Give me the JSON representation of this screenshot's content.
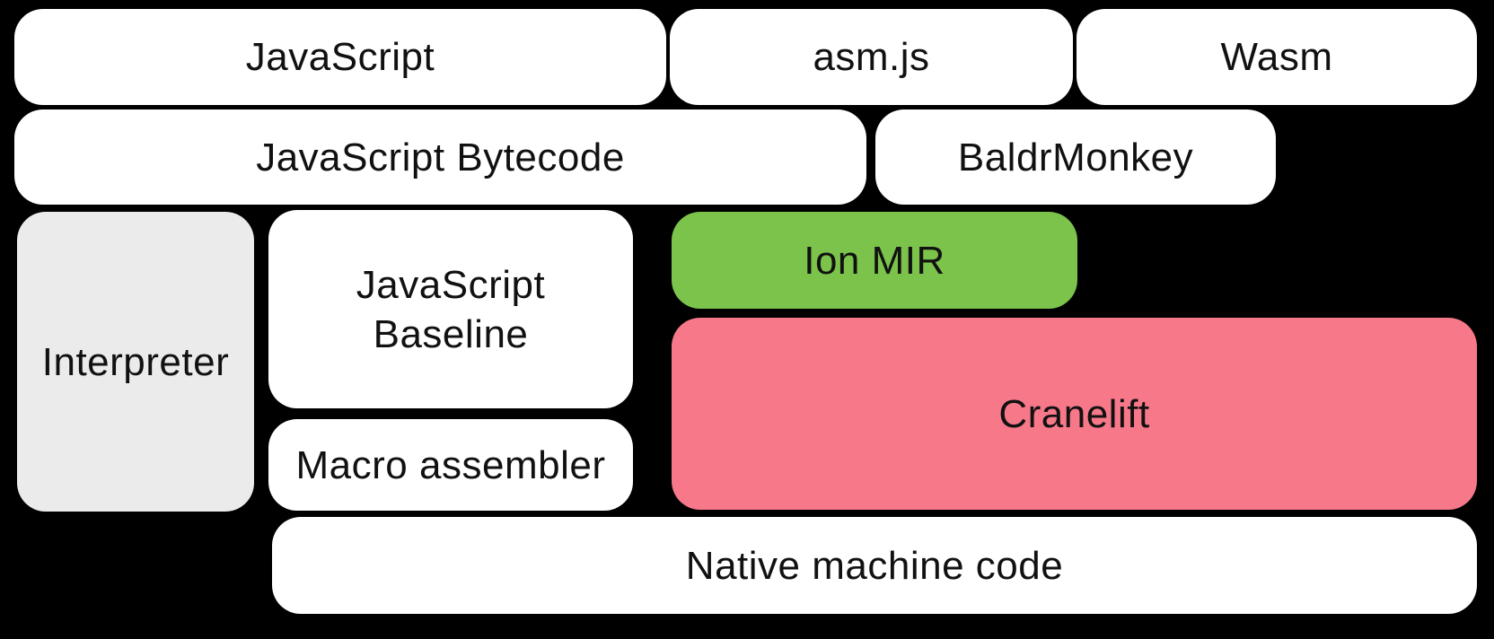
{
  "colors": {
    "background": "#000000",
    "text": "#111111",
    "box_default": "#ffffff",
    "interpreter_fill": "#ebebeb",
    "ion_mir_fill": "#7cc34b",
    "cranelift_fill": "#f67889"
  },
  "nodes": {
    "javascript": {
      "label": "JavaScript",
      "fill": "#ffffff"
    },
    "asmjs": {
      "label": "asm.js",
      "fill": "#ffffff"
    },
    "wasm": {
      "label": "Wasm",
      "fill": "#ffffff"
    },
    "js_bytecode": {
      "label": "JavaScript Bytecode",
      "fill": "#ffffff"
    },
    "baldrmonkey": {
      "label": "BaldrMonkey",
      "fill": "#ffffff"
    },
    "interpreter": {
      "label": "Interpreter",
      "fill": "#ebebeb"
    },
    "js_baseline": {
      "label": "JavaScript Baseline",
      "fill": "#ffffff"
    },
    "macro_assembler": {
      "label": "Macro assembler",
      "fill": "#ffffff"
    },
    "ion_mir": {
      "label": "Ion MIR",
      "fill": "#7cc34b"
    },
    "cranelift": {
      "label": "Cranelift",
      "fill": "#f67889"
    },
    "native_machine_code": {
      "label": "Native machine code",
      "fill": "#ffffff"
    }
  }
}
